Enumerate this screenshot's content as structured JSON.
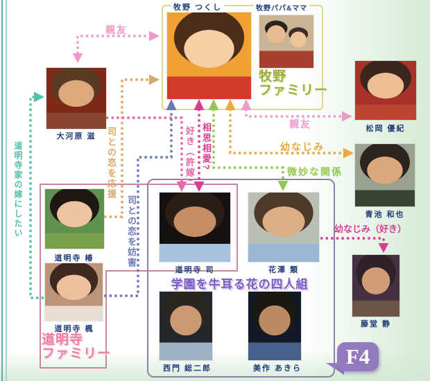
{
  "makino": {
    "tsukushi_label": "牧野 つくし",
    "parents_label": "牧野パパ&ママ",
    "family_line1": "牧野",
    "family_line2": "ファミリー",
    "border_color": "#d9d98f",
    "title_color": "#9fad3f"
  },
  "domyoji": {
    "family_line1": "道明寺",
    "family_line2": "ファミリー",
    "border_color": "#c9899a",
    "title_color": "#f07fa8"
  },
  "f4": {
    "badge": "F4",
    "caption": "学園を牛耳る花の四人組",
    "border_color": "#8f7fae",
    "badge_color": "#9379bd",
    "caption_color": "#7b5cc4"
  },
  "characters": [
    {
      "id": "shigeru",
      "name": "大河原 滋"
    },
    {
      "id": "yuki",
      "name": "松岡 優紀"
    },
    {
      "id": "kazuya",
      "name": "青池 和也"
    },
    {
      "id": "shizuka",
      "name": "藤堂 静"
    },
    {
      "id": "tsubaki",
      "name": "道明寺 椿"
    },
    {
      "id": "kaede",
      "name": "道明寺 楓"
    },
    {
      "id": "tsukasa",
      "name": "道明寺 司"
    },
    {
      "id": "rui",
      "name": "花澤 類"
    },
    {
      "id": "sojiro",
      "name": "西門 総二郎"
    },
    {
      "id": "akira",
      "name": "美作 あきら"
    }
  ],
  "relationships": [
    {
      "label": "親友",
      "from": "大河原 滋",
      "to": "牧野 つくし",
      "color": "#ee9ac9"
    },
    {
      "label": "道明寺家の嫁にしたい",
      "from": "道明寺 楓",
      "to": "大河原 滋",
      "color": "#52c0ae"
    },
    {
      "label": "司との恋を応援",
      "from": "道明寺 椿",
      "to": "牧野 つくし",
      "color": "#d9a967"
    },
    {
      "label": "司との恋を妨害",
      "from": "道明寺 楓",
      "to": "牧野 つくし",
      "color": "#6b79b8"
    },
    {
      "label": "好き（許嫁）",
      "from": "大河原 滋",
      "to": "道明寺 司",
      "color": "#e666a8"
    },
    {
      "label": "相思相愛?",
      "from": "牧野 つくし",
      "to": "道明寺 司",
      "color": "#d63f90"
    },
    {
      "label": "微妙な関係",
      "from": "牧野 つくし",
      "to": "花澤 類",
      "color": "#8fc853"
    },
    {
      "label": "幼なじみ",
      "from": "牧野 つくし",
      "to": "青池 和也",
      "color": "#e9a93f"
    },
    {
      "label": "親友",
      "from": "牧野 つくし",
      "to": "松岡 優紀",
      "color": "#ee9ac9"
    },
    {
      "label": "幼なじみ（好き）",
      "from": "花澤 類",
      "to": "藤堂 静",
      "color": "#d63f90"
    }
  ]
}
